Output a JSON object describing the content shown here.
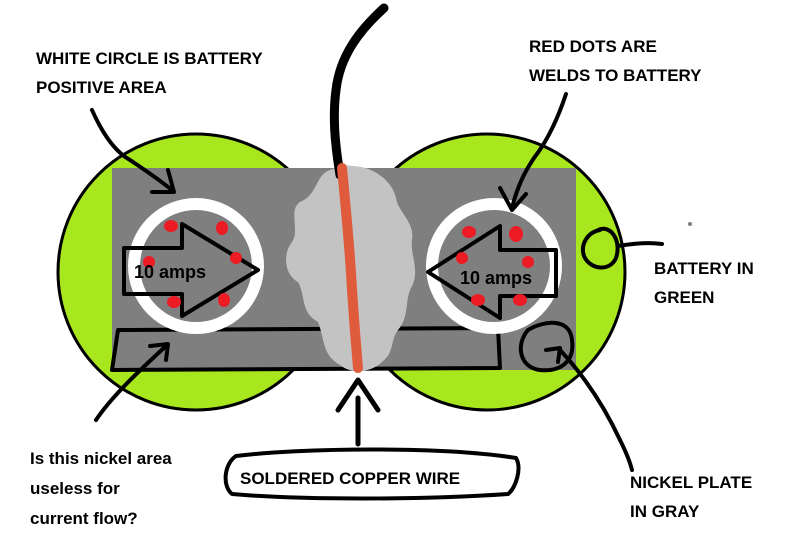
{
  "labels": {
    "white_circle": [
      "WHITE CIRCLE IS BATTERY",
      "POSITIVE AREA"
    ],
    "red_dots": [
      "RED DOTS ARE",
      "WELDS TO BATTERY"
    ],
    "battery": [
      "BATTERY IN",
      "GREEN"
    ],
    "nickel_plate": [
      "NICKEL PLATE",
      "IN GRAY"
    ],
    "question": [
      "Is this nickel area",
      "useless for",
      "current flow?"
    ],
    "copper_wire": "SOLDERED COPPER WIRE",
    "left_current": "10 amps",
    "right_current": "10 amps"
  },
  "colors": {
    "battery": "#a8e61d",
    "nickel": "#7f7f7f",
    "solder": "#c3c3c3",
    "wire": "#e05a3c",
    "weld": "#ed1c24",
    "positive": "#ffffff",
    "ink": "#000000"
  }
}
